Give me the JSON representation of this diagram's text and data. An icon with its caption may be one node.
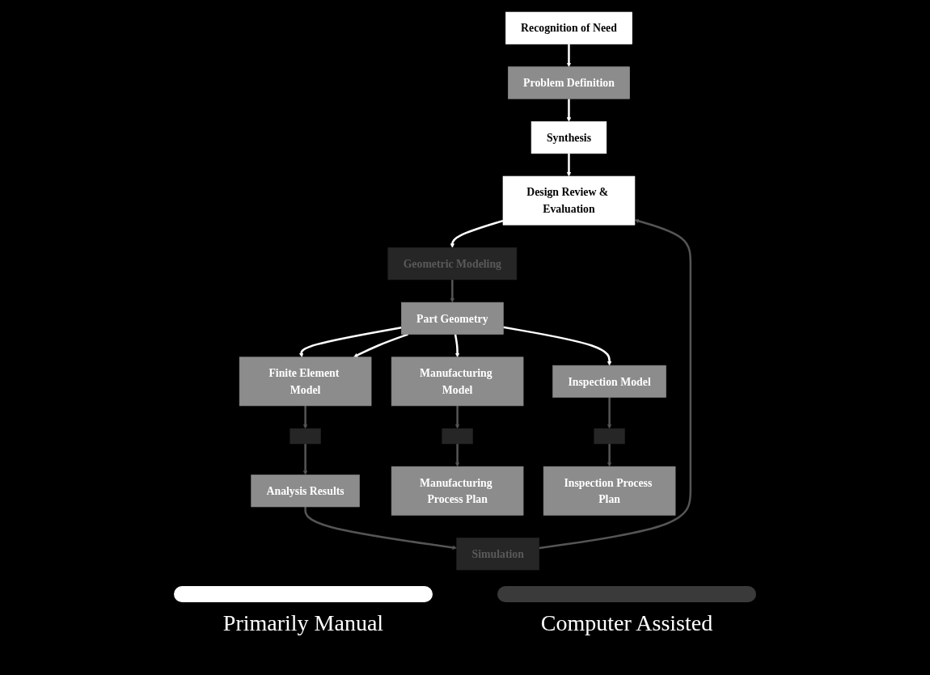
{
  "diagram": {
    "nodes": [
      {
        "text": [
          "Synthesis"
        ]
      },
      {
        "text": [
          "Problem Definition"
        ]
      },
      {
        "text": [
          "Recognition of Need"
        ]
      },
      {
        "text": [
          "Design Review & Evaluation"
        ]
      },
      {
        "text": [
          "Geometric Modeling"
        ]
      },
      {
        "text": [
          "Part Geometry"
        ]
      },
      {
        "text": [
          "Simulation"
        ]
      },
      {
        "text": [
          "Analysis Results"
        ]
      },
      {
        "text": [],
        "shape": "box"
      },
      {
        "text": [
          "Finite Element Model"
        ]
      },
      {
        "text": [
          "Manufacturing Process Plan"
        ]
      },
      {
        "text": [],
        "shape": "box"
      },
      {
        "text": [
          "Manufacturing Model"
        ]
      },
      {
        "text": [
          "Inspection Process Plan"
        ]
      },
      {
        "text": [],
        "shape": "box"
      },
      {
        "text": [
          "Inspection Model"
        ]
      }
    ],
    "edges": [
      {
        "from": 2,
        "to": 1,
        "arrow": "to",
        "color": "#ffffff"
      },
      {
        "from": 1,
        "to": 0,
        "arrow": "to",
        "color": "#ffffff"
      },
      {
        "from": 0,
        "to": 3,
        "arrow": "to",
        "color": "#ffffff"
      },
      {
        "from": 3,
        "to": 4,
        "arrow": "to",
        "color": "#ffffff"
      },
      {
        "from": 4,
        "to": 5,
        "arrow": "to",
        "color": "#555555"
      },
      {
        "from": 5,
        "to": 9,
        "arrow": "to",
        "color": "#ffffff"
      },
      {
        "from": 5,
        "to": 9,
        "arrow": "to",
        "color": "#ffffff"
      },
      {
        "from": 5,
        "to": 12,
        "arrow": "to",
        "color": "#ffffff"
      },
      {
        "from": 5,
        "to": 15,
        "arrow": "to",
        "color": "#ffffff"
      },
      {
        "from": 9,
        "to": 8,
        "arrow": "to",
        "color": "#555555"
      },
      {
        "from": 8,
        "to": 7,
        "arrow": "to",
        "color": "#555555"
      },
      {
        "from": 7,
        "to": 6,
        "arrow": "to",
        "color": "#555555"
      },
      {
        "from": 6,
        "to": 3,
        "arrow": "to",
        "color": "#555555"
      },
      {
        "from": 12,
        "to": 11,
        "arrow": "to",
        "color": "#555555"
      },
      {
        "from": 11,
        "to": 10,
        "arrow": "to",
        "color": "#555555"
      },
      {
        "from": 15,
        "to": 14,
        "arrow": "to",
        "color": "#555555"
      },
      {
        "from": 14,
        "to": 13,
        "arrow": "to",
        "color": "#555555"
      }
    ],
    "legend": [
      {
        "text": "Primarily Manual",
        "color": "#ffffff"
      },
      {
        "text": "Computer Assisted",
        "color": "#3a3a3a"
      }
    ]
  }
}
